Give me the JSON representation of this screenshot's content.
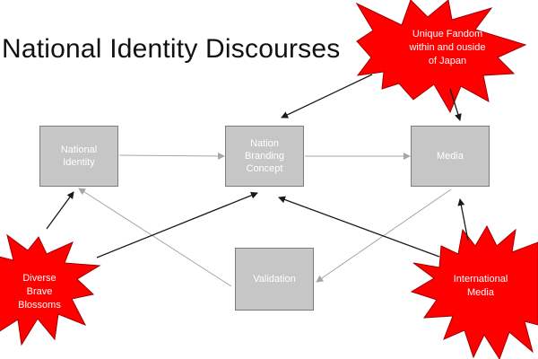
{
  "title": "National Identity Discourses",
  "boxes": {
    "national_identity": [
      "National",
      "Identity"
    ],
    "nation_branding": [
      "Nation",
      "Branding",
      "Concept"
    ],
    "media": [
      "Media"
    ],
    "validation": [
      "Validation"
    ]
  },
  "bursts": {
    "fandom": [
      "Unique Fandom",
      "within and ouside",
      "of Japan"
    ],
    "diverse": [
      "Diverse",
      "Brave",
      "Blossoms"
    ],
    "international": [
      "International",
      "Media"
    ]
  },
  "colors": {
    "box_fill": "#c6c6c6",
    "burst_fill": "#ff0000",
    "arrow_dark": "#1a1a1a",
    "arrow_grey": "#a6a6a6"
  }
}
